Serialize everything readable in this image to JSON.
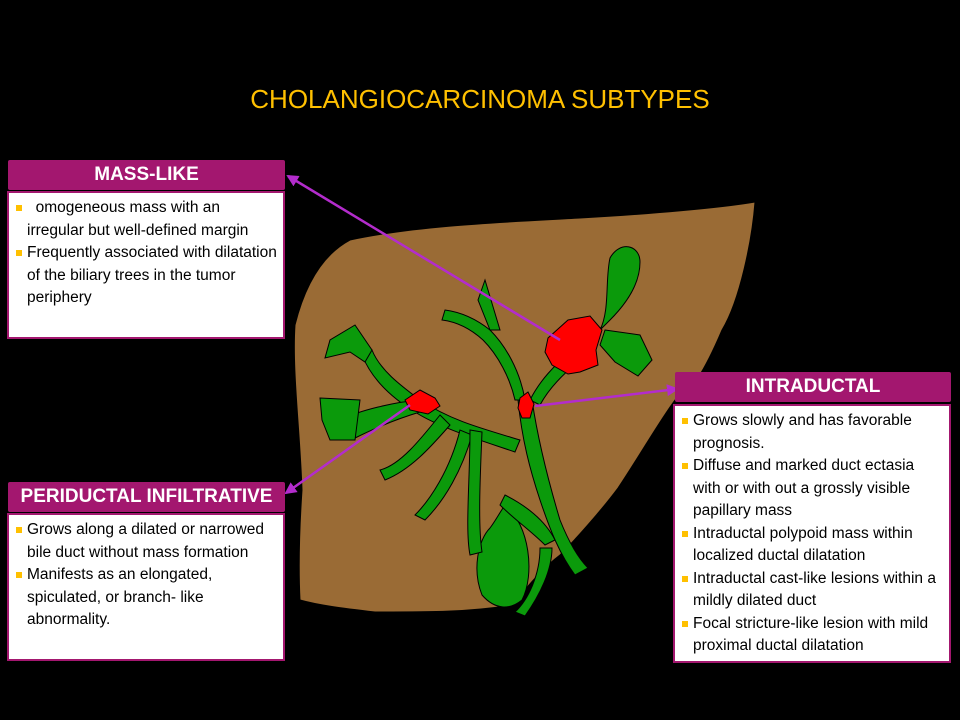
{
  "title": "CHOLANGIOCARCINOMA SUBTYPES",
  "colors": {
    "title": "#ffc000",
    "header_bg": "#a3176f",
    "liver": "#9a6b35",
    "ducts": "#0b9a0b",
    "tumor": "#ff0000",
    "arrow": "#b32ccc",
    "bullet": "#ffc000"
  },
  "mass_like": {
    "header": "MASS-LIKE",
    "items": [
      "  omogeneous mass with an irregular but well-defined margin",
      "Frequently associated with dilatation of the biliary trees in the tumor periphery"
    ]
  },
  "periductal": {
    "header": "PERIDUCTAL INFILTRATIVE",
    "items": [
      "Grows along a dilated or narrowed bile duct without mass formation",
      "Manifests as an elongated, spiculated, or branch- like abnormality."
    ]
  },
  "intraductal": {
    "header": "INTRADUCTAL",
    "items": [
      "Grows slowly and has favorable prognosis.",
      "Diffuse and marked duct ectasia with or with out a grossly visible papillary mass",
      "Intraductal polypoid mass within localized ductal dilatation",
      "Intraductal cast-like lesions within a mildly dilated duct",
      "Focal stricture-like lesion with mild proximal ductal dilatation"
    ]
  }
}
